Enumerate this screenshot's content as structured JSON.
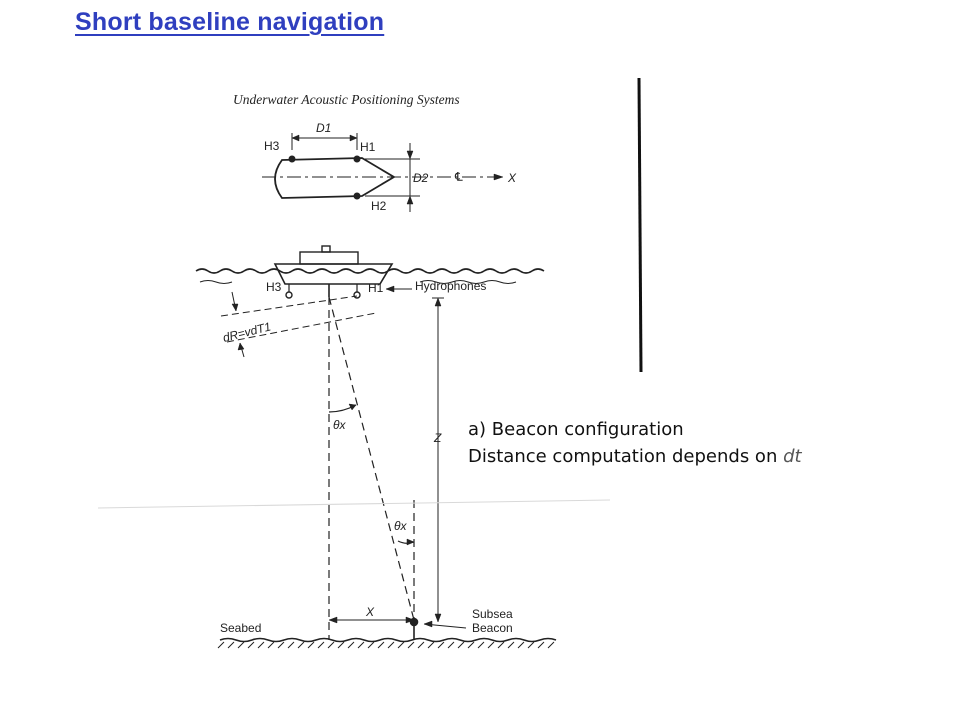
{
  "slide": {
    "title": "Short baseline navigation",
    "figure_caption": "Underwater Acoustic Positioning Systems",
    "text_line1": "a) Beacon configuration",
    "text_line2_prefix": "Distance computation depends on ",
    "text_line2_var": "dt"
  },
  "plan_view": {
    "h3": "H3",
    "h1": "H1",
    "h2": "H2",
    "d1": "D1",
    "d2": "D2",
    "cl": "℄",
    "x_axis": "X"
  },
  "section_view": {
    "h3": "H3",
    "h1": "H1",
    "hydrophones": "Hydrophones",
    "dr_formula": "dR=vdT1",
    "theta_upper": "θx",
    "theta_lower": "θx",
    "z": "Z",
    "x": "X",
    "seabed": "Seabed",
    "subsea_line1": "Subsea",
    "subsea_line2": "Beacon"
  },
  "colors": {
    "title": "#2f3fbf",
    "ink": "#222222"
  }
}
